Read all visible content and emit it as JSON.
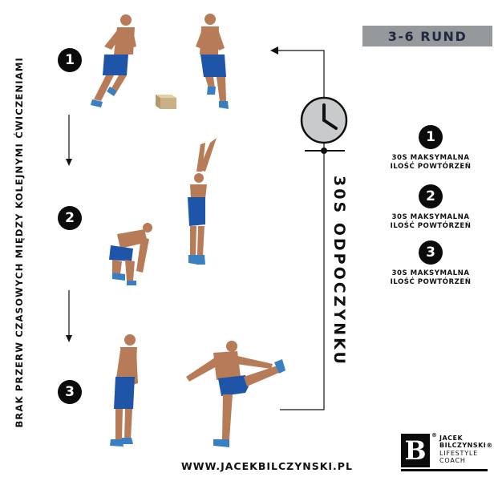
{
  "side_note": "BRAK PRZERW CZASOWYCH MIĘDZY KOLEJNYMI ĆWICZENIAMI",
  "rounds_label": "3-6 RUND",
  "rest_label": "30S ODPOCZYNKU",
  "steps": [
    "1",
    "2",
    "3"
  ],
  "exercises": [
    {
      "number": "1",
      "line1": "30S MAKSYMALNA",
      "line2": "ILOŚĆ POWTÓRZEŃ"
    },
    {
      "number": "2",
      "line1": "30S MAKSYMALNA",
      "line2": "ILOŚĆ POWTÓRZEŃ"
    },
    {
      "number": "3",
      "line1": "30S MAKSYMALNA",
      "line2": "ILOŚĆ POWTÓRZEŃ"
    }
  ],
  "footer_url": "WWW.JACEKBILCZYNSKI.PL",
  "logo": {
    "mark": "B",
    "mark_reg": "®",
    "name_line1": "JACEK",
    "name_line2": "BILCZYNSKI®",
    "tagline_line1": "LIFESTYLE",
    "tagline_line2": "COACH"
  },
  "colors": {
    "banner_bg": "#96999c",
    "banner_text": "#1f2a3e",
    "skin": "#b77b58",
    "shorts": "#1f55a8",
    "clock_face": "#c9cacb",
    "ink": "#0b0b0b"
  },
  "icons": [
    "stopwatch-icon",
    "down-arrow-icon",
    "left-arrow-icon"
  ]
}
